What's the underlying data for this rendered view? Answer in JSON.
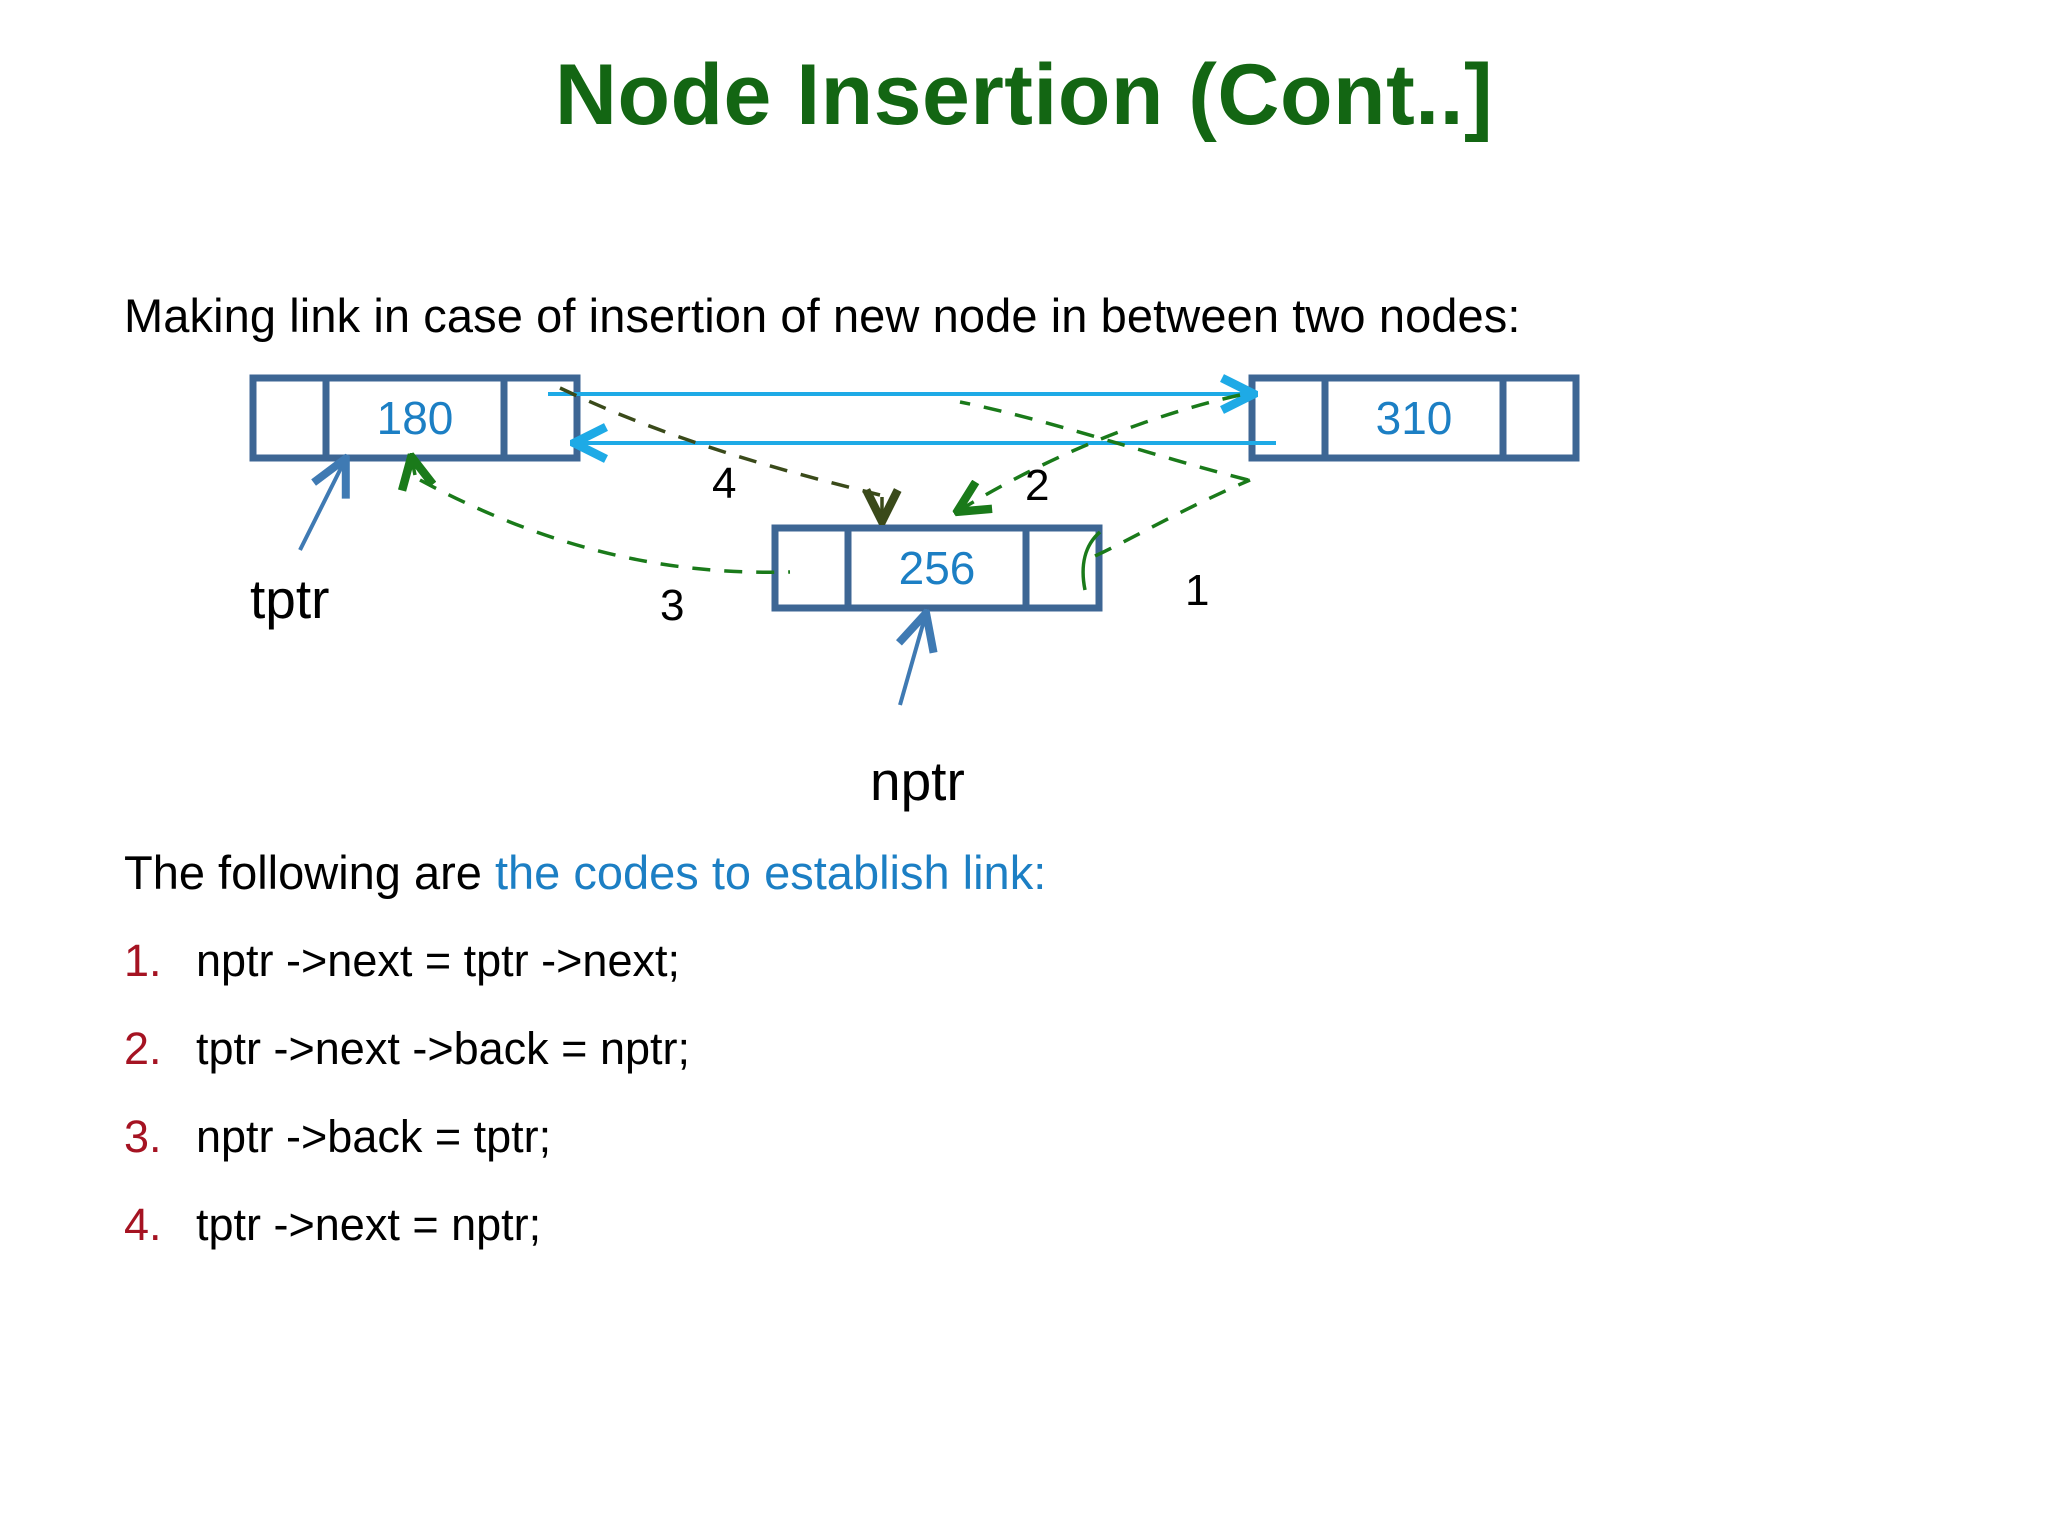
{
  "slide": {
    "title": "Node Insertion (Cont..]",
    "intro": "Making link in case of insertion of new node in between two nodes:",
    "codes_prefix": "The following are ",
    "codes_accent": "the codes to establish link:"
  },
  "colors": {
    "title_green": "#136613",
    "node_border_blue": "#3d6694",
    "value_blue": "#1c7fc4",
    "pointer_arrow_blue": "#3f7ab3",
    "link_arrow_cyan": "#1eaae6",
    "dashed_green": "#1a7a1a",
    "list_number_red": "#a51322",
    "text_black": "#000000"
  },
  "diagram": {
    "nodes": [
      {
        "id": "node-tptr",
        "value": "180",
        "pointer_label": "tptr"
      },
      {
        "id": "node-right",
        "value": "310",
        "pointer_label": ""
      },
      {
        "id": "node-nptr",
        "value": "256",
        "pointer_label": "nptr"
      }
    ],
    "pointer_labels": [
      {
        "name": "tptr",
        "text": "tptr"
      },
      {
        "name": "nptr",
        "text": "nptr"
      }
    ],
    "step_numbers": [
      {
        "name": "step-1",
        "text": "1"
      },
      {
        "name": "step-2",
        "text": "2"
      },
      {
        "name": "step-3",
        "text": "3"
      },
      {
        "name": "step-4",
        "text": "4"
      }
    ]
  },
  "code_list": [
    {
      "num": "1.",
      "text": "nptr ->next = tptr ->next;"
    },
    {
      "num": "2.",
      "text": "tptr ->next ->back = nptr;"
    },
    {
      "num": "3.",
      "text": "nptr ->back = tptr;"
    },
    {
      "num": "4.",
      "text": "tptr ->next = nptr;"
    }
  ]
}
